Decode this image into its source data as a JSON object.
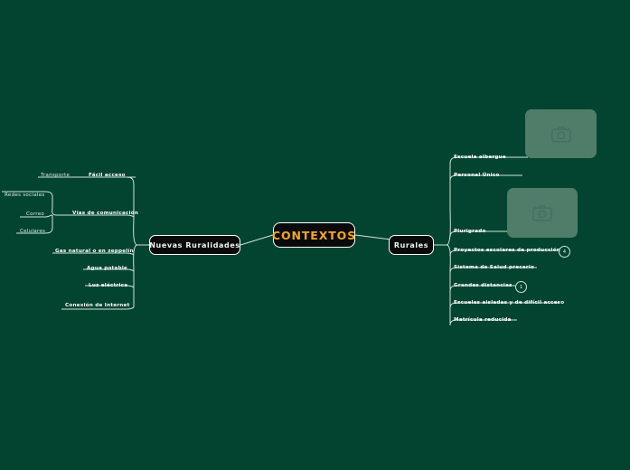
{
  "canvas": {
    "background_color": "#024430",
    "line_color": "#cfe3d8"
  },
  "central_node": {
    "label": "CONTEXTOS",
    "text_color": "#f5a623",
    "fill_color": "#0a0a0a",
    "border_color": "#ffffff"
  },
  "branches": [
    {
      "side": "left",
      "node": {
        "label": "Nuevas Ruralidades",
        "text_color": "#eef5f1",
        "fill_color": "#0a0a0a"
      },
      "groups": [
        {
          "label": "Fácil acceso",
          "emphasis": "bold",
          "children": [
            {
              "label": "Transporte",
              "emphasis": "thin"
            },
            {
              "label": "Vías de comunicación",
              "emphasis": "bold",
              "children": [
                {
                  "label": "Redes sociales",
                  "emphasis": "thin"
                },
                {
                  "label": "Correo",
                  "emphasis": "thin"
                },
                {
                  "label": "Celulares",
                  "emphasis": "thin"
                }
              ]
            }
          ]
        },
        {
          "label": "",
          "children": [
            {
              "label": "Gas natural o en zeppelín",
              "emphasis": "bold"
            },
            {
              "label": "Agua potable",
              "emphasis": "bold"
            },
            {
              "label": "Luz eléctrica",
              "emphasis": "bold"
            },
            {
              "label": "Conexión de Internet",
              "emphasis": "bold"
            }
          ]
        }
      ]
    },
    {
      "side": "right",
      "node": {
        "label": "Rurales",
        "text_color": "#eef5f1",
        "fill_color": "#0a0a0a"
      },
      "children": [
        {
          "label": "Escuela albergue",
          "badge": null,
          "image": true
        },
        {
          "label": "Personal Único",
          "badge": null,
          "image": false
        },
        {
          "label": "Plurigrado",
          "badge": null,
          "image": true
        },
        {
          "label": "Proyectos escolares de producción",
          "badge": "4",
          "image": false
        },
        {
          "label": "Sistema de Salud precario",
          "badge": null,
          "image": false
        },
        {
          "label": "Grandes distancias",
          "badge": "1",
          "image": false
        },
        {
          "label": "Escuelas aisladas y de difícil acceso",
          "badge": null,
          "image": false
        },
        {
          "label": "Matrícula reducida",
          "badge": null,
          "image": false
        }
      ]
    }
  ],
  "images": [
    {
      "name": "escuela-albergue-photo",
      "icon": "camera-icon",
      "fill_color": "#4f7d6a"
    },
    {
      "name": "plurigrado-photo",
      "icon": "camera-icon",
      "fill_color": "#4f7d6a"
    }
  ]
}
